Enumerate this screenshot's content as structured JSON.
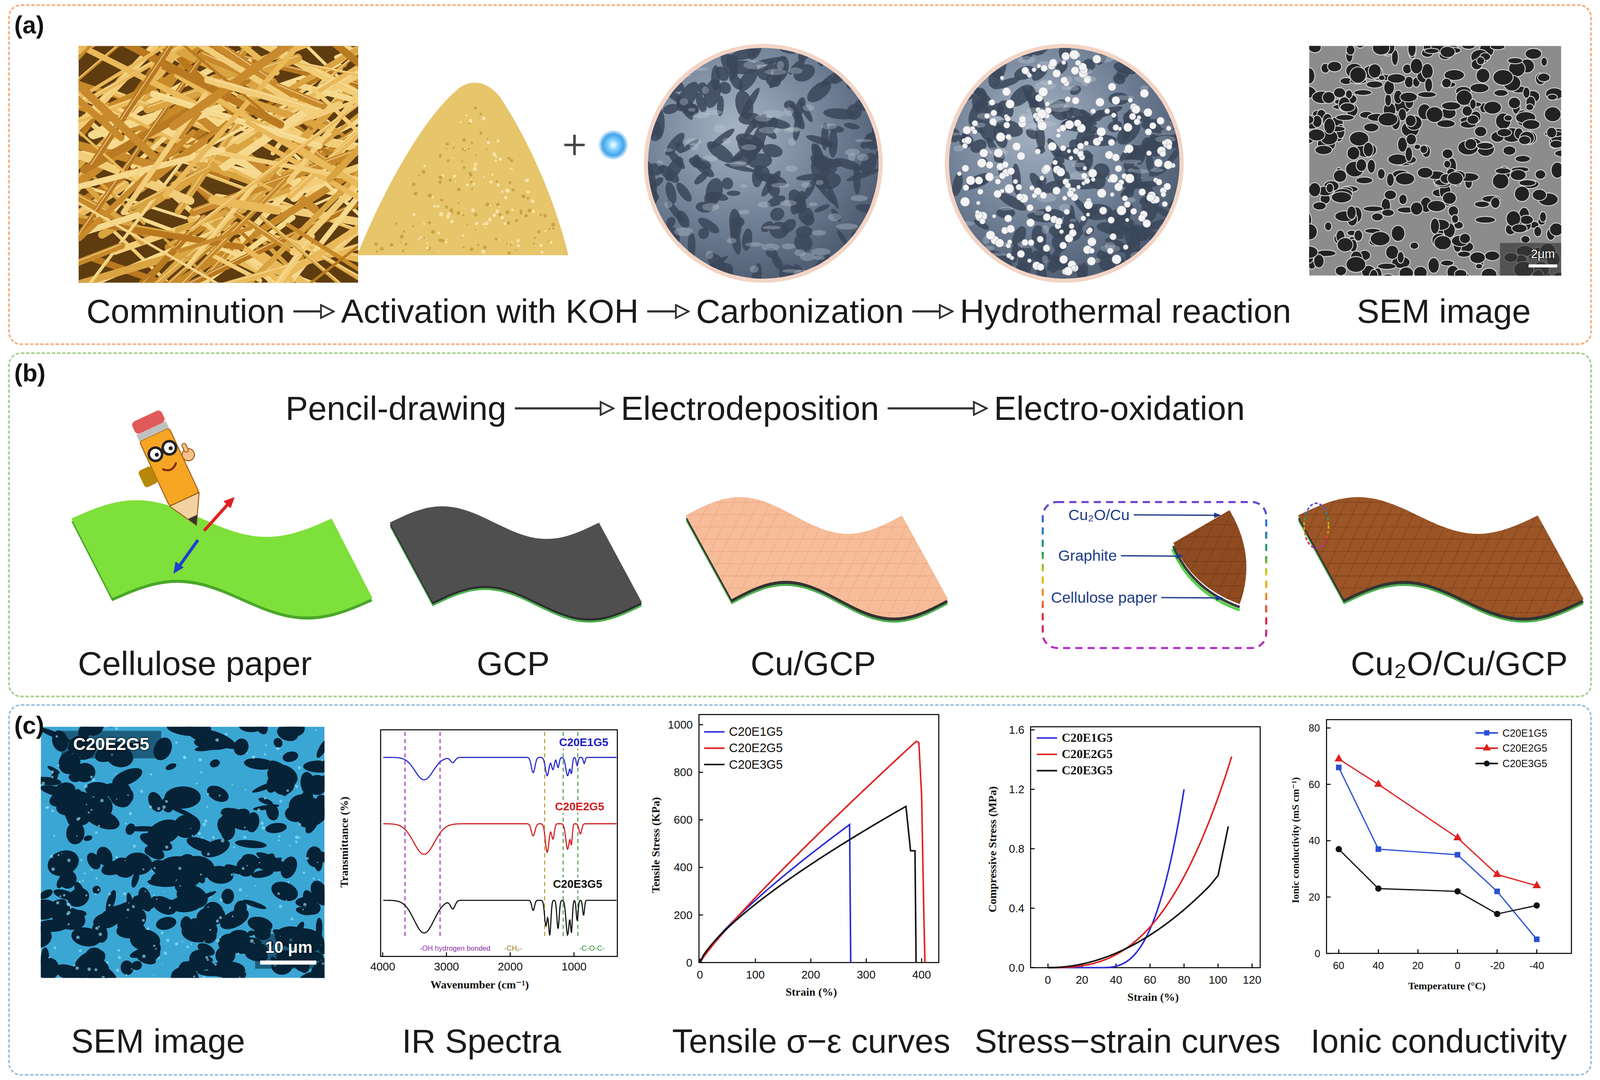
{
  "diagram": {
    "nodes": [
      {
        "text": [
          "(a)"
        ]
      },
      {
        "text": [
          "Comminution"
        ],
        "in": 0
      },
      {
        "text": [
          "Activation with KOH"
        ],
        "in": 0
      },
      {
        "text": [
          "Carbonization"
        ],
        "in": 0
      },
      {
        "text": [
          "Hydrothermal reaction"
        ],
        "in": 0
      },
      {
        "text": [
          "(b)"
        ]
      },
      {
        "text": [
          "Pencil-drawing"
        ],
        "in": 5
      },
      {
        "text": [
          "Electrodeposition"
        ],
        "in": 5
      },
      {
        "text": [
          "Electro-oxidation"
        ],
        "in": 5
      },
      {
        "text": [
          "Cu₂O/Cu",
          "Graphite",
          "Cellulose paper"
        ],
        "in": 5
      },
      {
        "text": [
          "(c)"
        ]
      }
    ],
    "edges": [
      {
        "from": 1,
        "to": 2,
        "arrow": "to"
      },
      {
        "from": 2,
        "to": 3,
        "arrow": "to"
      },
      {
        "from": 3,
        "to": 4,
        "arrow": "to"
      },
      {
        "from": 6,
        "to": 7,
        "arrow": "to"
      },
      {
        "from": 7,
        "to": 8,
        "arrow": "to"
      }
    ],
    "labels": [
      "SEM image",
      "2μm",
      "Cellulose paper",
      "GCP",
      "Cu/GCP",
      "Cu₂O/Cu/GCP",
      "C20E2G5",
      "10 μm",
      "SEM image",
      "C20E1G5",
      "C20E2G5",
      "C20E3G5",
      "-OH hydrogen bonded",
      "-CH₂-",
      "-C-O-C-",
      "Transmittance (%)",
      "4000",
      "3000",
      "2000",
      "1000",
      "Wavenumber (cm⁻¹)",
      "IR Spectra",
      "Tensile Stress (KPa)",
      "0",
      "200",
      "400",
      "600",
      "800",
      "1000",
      "0",
      "100",
      "200",
      "300",
      "400",
      "Strain (%)",
      "Tensile σ−ε curves",
      "Compressive Stress (MPa)",
      "0.0",
      "0.4",
      "0.8",
      "1.2",
      "1.6",
      "0",
      "20",
      "40",
      "60",
      "80",
      "100",
      "120",
      "Strain (%)",
      "Stress−strain curves",
      "Ionic conductivity (mS cm⁻¹)",
      "0",
      "20",
      "40",
      "60",
      "80",
      "60",
      "40",
      "20",
      "0",
      "-20",
      "-40",
      "Temperature (°C)",
      "Ionic conductivity"
    ],
    "legend": [
      {
        "text": "C20E1G5"
      },
      {
        "text": "C20E2G5"
      },
      {
        "text": "C20E3G5"
      },
      {
        "text": "C20E1G5"
      },
      {
        "text": "C20E2G5"
      },
      {
        "text": "C20E3G5"
      },
      {
        "text": "C20E1G5"
      },
      {
        "text": "C20E2G5"
      },
      {
        "text": "C20E3G5"
      }
    ]
  }
}
